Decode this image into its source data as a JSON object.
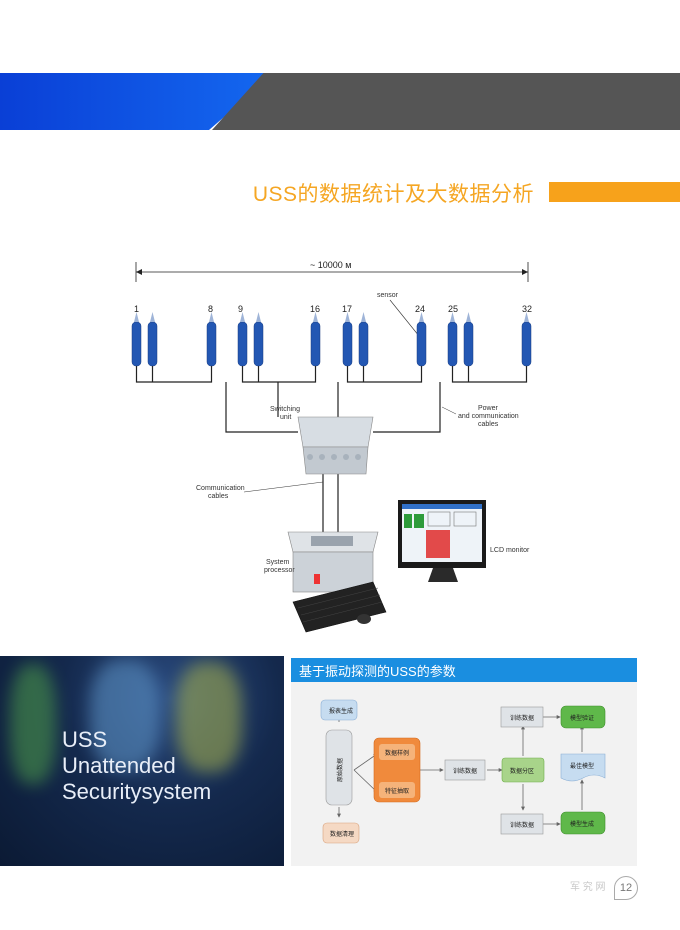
{
  "header": {
    "title": "USS的数据统计及大数据分析"
  },
  "diagram": {
    "distance_label": "~ 10000 м",
    "sensor_numbers": [
      "1",
      "8",
      "9",
      "16",
      "17",
      "24",
      "25",
      "32"
    ],
    "sensor_label": "sensor",
    "switching_label": [
      "Switching",
      "unit"
    ],
    "power_label": [
      "Power",
      "and communication",
      "cables"
    ],
    "comm_label": [
      "Communication",
      "cables"
    ],
    "processor_label": [
      "System",
      "processor"
    ],
    "monitor_label": "LCD monitor"
  },
  "banner": {
    "lines": [
      "USS",
      "Unattended",
      "Securitysystem"
    ]
  },
  "params": {
    "title": "基于振动探测的USS的参数",
    "nodes": {
      "report": "报表生成",
      "raw_data": "原始数据",
      "data_clean": "数据清理",
      "sample": "数据样例",
      "feature": "特征抽取",
      "train_data_mid": "训练数据",
      "partition": "数据分区",
      "train_data_top": "训练数据",
      "train_data_bottom": "训练数据",
      "model_verify": "模型验证",
      "best_model": "最佳模型",
      "model_gen": "模型生成"
    }
  },
  "page": {
    "number": "12",
    "watermark": "军 究 网"
  }
}
